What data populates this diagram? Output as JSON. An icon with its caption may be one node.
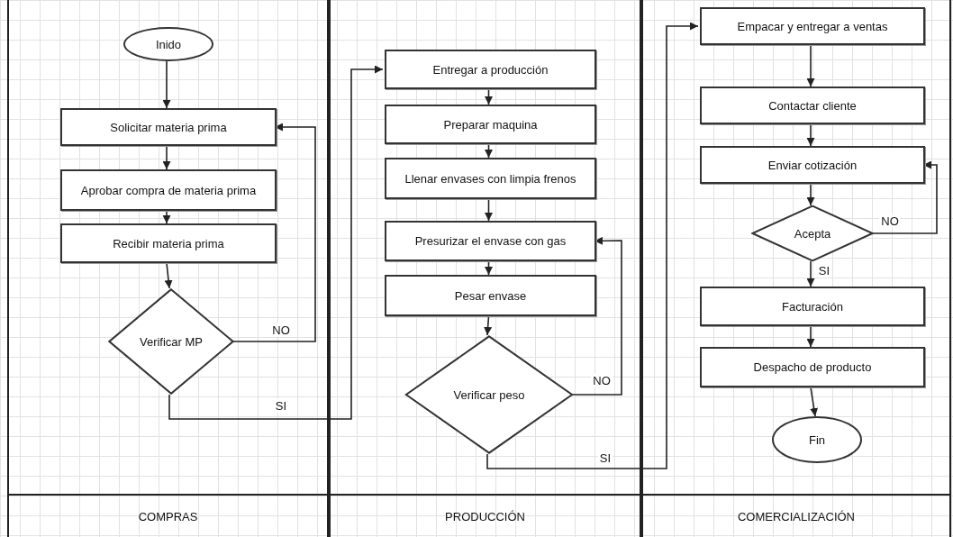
{
  "diagram": {
    "nodes": [
      {
        "text": [
          "COMPRAS"
        ]
      },
      {
        "text": [
          "Inido"
        ],
        "in": 0
      },
      {
        "text": [
          "Solicitar materia prima"
        ],
        "in": 0
      },
      {
        "text": [
          "Aprobar compra de materia prima"
        ],
        "in": 0
      },
      {
        "text": [
          "Recibir materia prima"
        ],
        "in": 0
      },
      {
        "text": [
          "Verificar MP"
        ],
        "in": 0
      },
      {
        "text": [
          "PRODUCCIÓN"
        ]
      },
      {
        "text": [
          "Entregar a producción"
        ],
        "in": 6
      },
      {
        "text": [
          "Preparar maquina"
        ],
        "in": 6
      },
      {
        "text": [
          "Llenar envases con limpia frenos"
        ],
        "in": 6
      },
      {
        "text": [
          "Presurizar el envase con gas"
        ],
        "in": 6
      },
      {
        "text": [
          "Pesar envase"
        ],
        "in": 6
      },
      {
        "text": [
          "Verificar peso"
        ],
        "in": 6
      },
      {
        "text": [
          "COMERCIALIZACIÓN"
        ]
      },
      {
        "text": [
          "Empacar y entregar a ventas"
        ],
        "in": 13
      },
      {
        "text": [
          "Contactar cliente"
        ],
        "in": 13
      },
      {
        "text": [
          "Enviar cotización"
        ],
        "in": 13
      },
      {
        "text": [
          "Acepta"
        ],
        "in": 13
      },
      {
        "text": [
          "Facturación"
        ],
        "in": 13
      },
      {
        "text": [
          "Despacho de producto"
        ],
        "in": 13
      },
      {
        "text": [
          "Fin"
        ],
        "in": 13
      }
    ],
    "edges": [
      {
        "from": 1,
        "to": 2,
        "arrow": "to"
      },
      {
        "from": 2,
        "to": 3,
        "arrow": "to"
      },
      {
        "from": 3,
        "to": 4,
        "arrow": "to"
      },
      {
        "from": 4,
        "to": 5,
        "arrow": "to"
      },
      {
        "from": 5,
        "to": 2,
        "arrow": "to",
        "label": "NO"
      },
      {
        "from": 5,
        "to": 7,
        "arrow": "to",
        "label": "SI"
      },
      {
        "from": 7,
        "to": 8,
        "arrow": "to"
      },
      {
        "from": 8,
        "to": 9,
        "arrow": "to"
      },
      {
        "from": 9,
        "to": 10,
        "arrow": "to"
      },
      {
        "from": 10,
        "to": 11,
        "arrow": "to"
      },
      {
        "from": 11,
        "to": 12,
        "arrow": "to"
      },
      {
        "from": 12,
        "to": 10,
        "arrow": "to",
        "label": "NO"
      },
      {
        "from": 12,
        "to": 14,
        "arrow": "to",
        "label": "SI"
      },
      {
        "from": 14,
        "to": 15,
        "arrow": "to"
      },
      {
        "from": 15,
        "to": 16,
        "arrow": "to"
      },
      {
        "from": 16,
        "to": 17,
        "arrow": "to"
      },
      {
        "from": 17,
        "to": 16,
        "arrow": "to",
        "label": "NO"
      },
      {
        "from": 17,
        "to": 18,
        "arrow": "to",
        "label": "SI"
      },
      {
        "from": 18,
        "to": 19,
        "arrow": "to"
      },
      {
        "from": 19,
        "to": 20,
        "arrow": "to"
      }
    ]
  }
}
